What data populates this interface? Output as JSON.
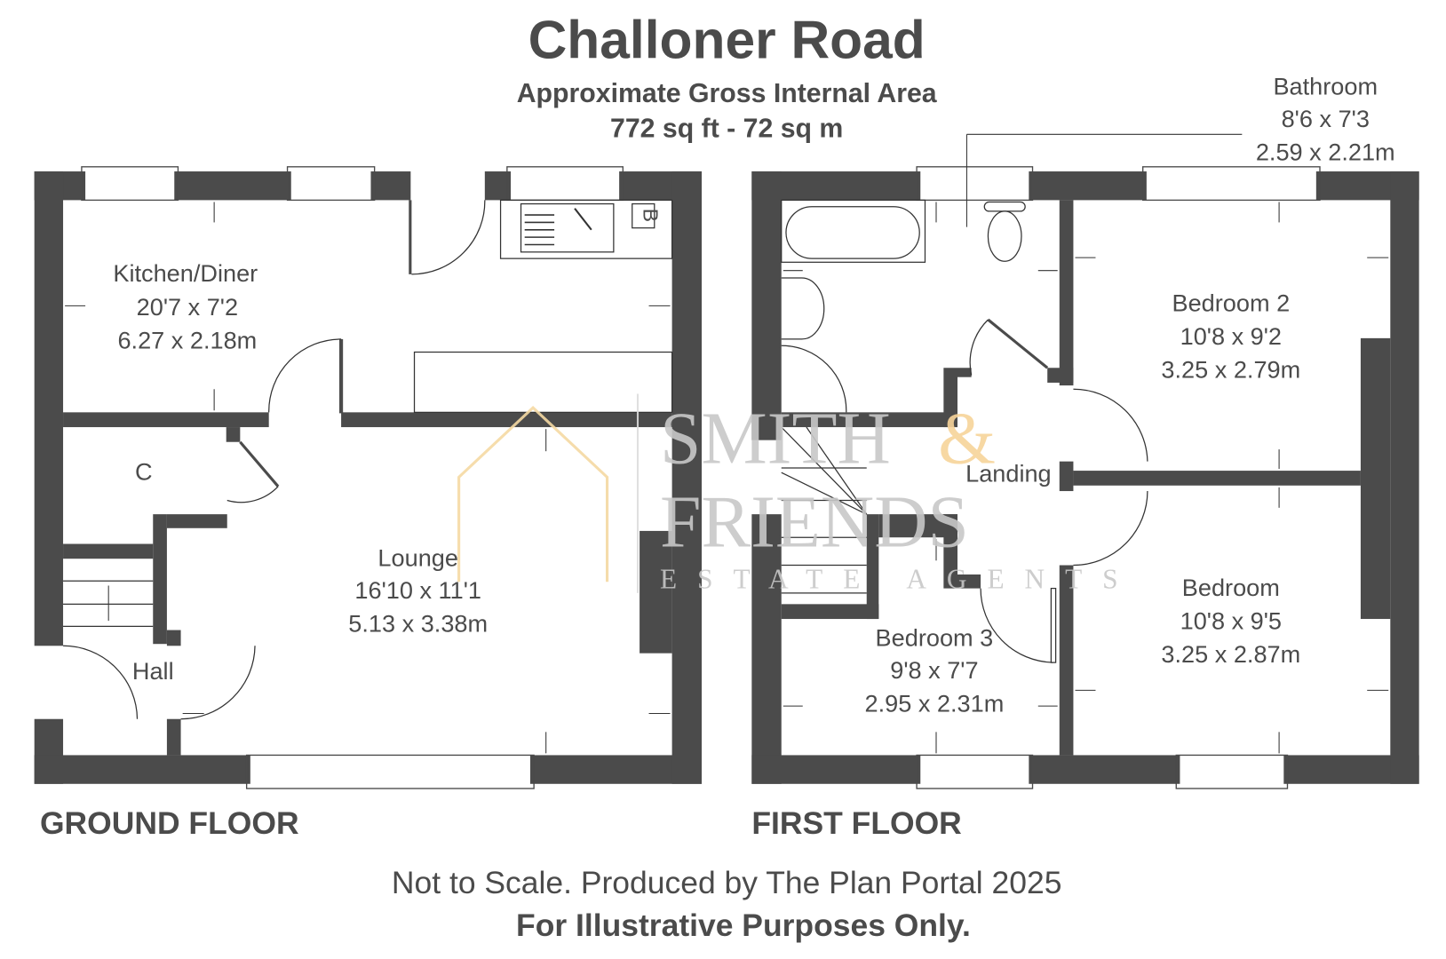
{
  "header": {
    "title": "Challoner Road",
    "subtitle": "Approximate Gross Internal Area",
    "area": "772 sq ft - 72 sq m"
  },
  "ground_floor": {
    "label": "GROUND FLOOR",
    "rooms": [
      {
        "name": "Kitchen/Diner",
        "imperial": "20'7 x 7'2",
        "metric": "6.27 x 2.18m"
      },
      {
        "name": "Lounge",
        "imperial": "16'10 x 11'1",
        "metric": "5.13 x 3.38m"
      },
      {
        "name": "C"
      },
      {
        "name": "Hall"
      }
    ],
    "boiler_label": "B"
  },
  "first_floor": {
    "label": "FIRST FLOOR",
    "rooms": [
      {
        "name": "Bathroom",
        "imperial": "8'6 x 7'3",
        "metric": "2.59 x 2.21m"
      },
      {
        "name": "Bedroom 2",
        "imperial": "10'8 x 9'2",
        "metric": "3.25 x 2.79m"
      },
      {
        "name": "Bedroom",
        "imperial": "10'8 x 9'5",
        "metric": "3.25 x 2.87m"
      },
      {
        "name": "Bedroom 3",
        "imperial": "9'8 x 7'7",
        "metric": "2.95 x 2.31m"
      },
      {
        "name": "Landing"
      }
    ]
  },
  "watermark": {
    "line1": "SMITH",
    "amp": "&",
    "line2": "FRIENDS",
    "line3": "ESTATE AGENTS"
  },
  "footer": {
    "note": "Not to Scale. Produced by The Plan Portal 2025",
    "disclaimer": "For Illustrative Purposes Only."
  },
  "colors": {
    "wall": "#4b4b4b",
    "text": "#4b4b4b",
    "watermark_accent": "#f5c87a"
  }
}
